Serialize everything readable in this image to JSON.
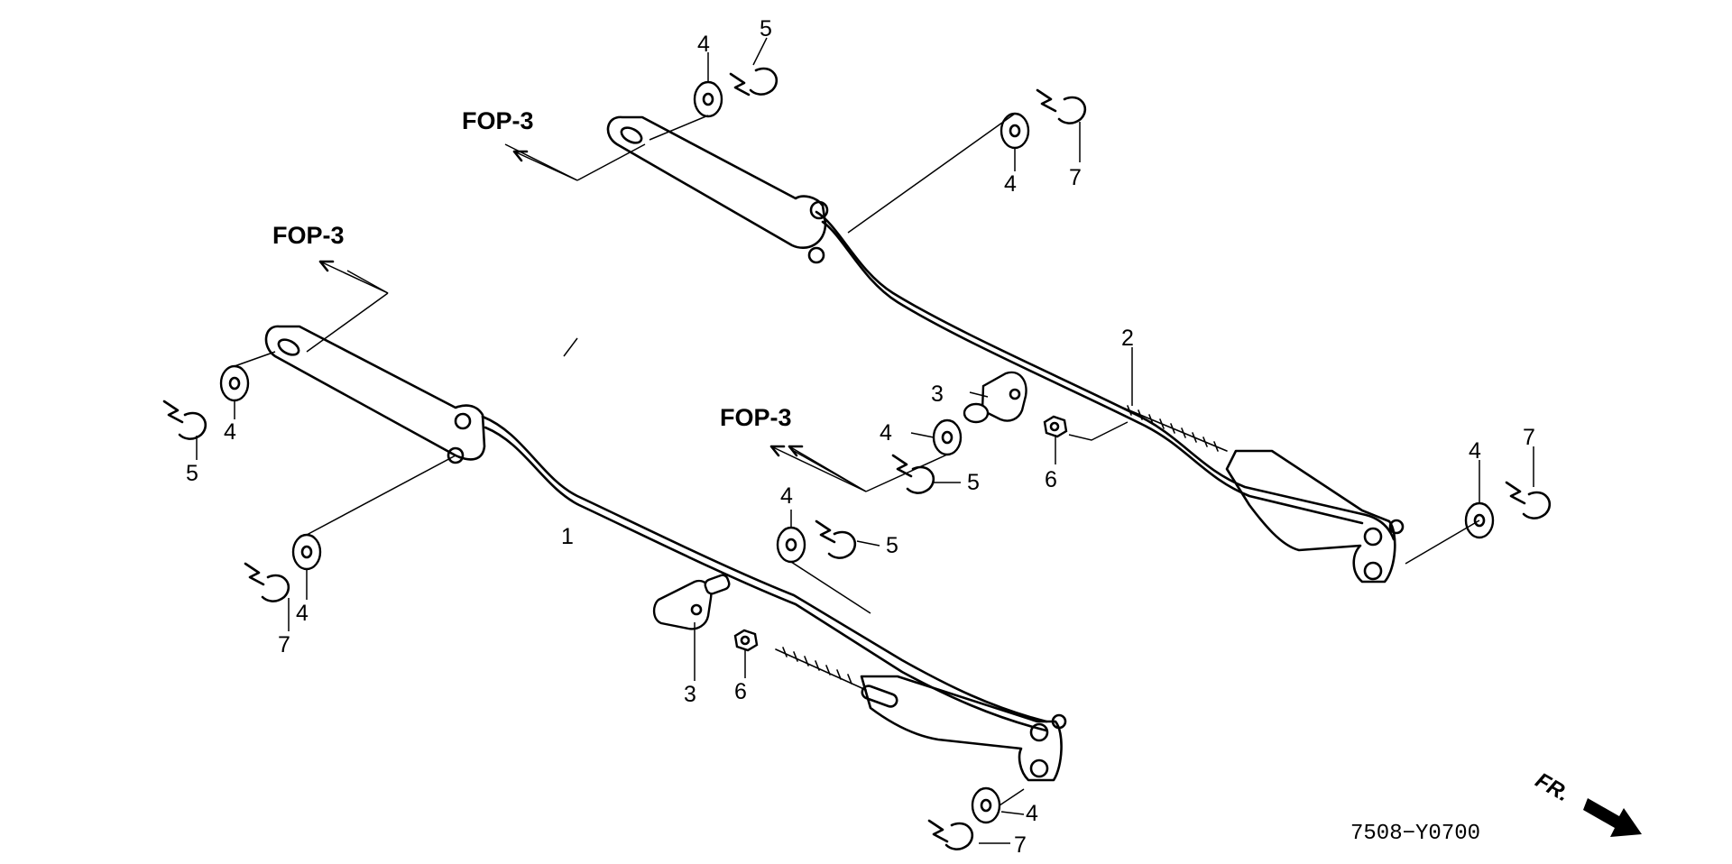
{
  "callouts": {
    "c1": "1",
    "c2": "2",
    "c3a": "3",
    "c3b": "3",
    "c4a": "4",
    "c4b": "4",
    "c4c": "4",
    "c4d": "4",
    "c4e": "4",
    "c4f": "4",
    "c4g": "4",
    "c4h": "4",
    "c5a": "5",
    "c5b": "5",
    "c5c": "5",
    "c5d": "5",
    "c6a": "6",
    "c6b": "6",
    "c7a": "7",
    "c7b": "7",
    "c7c": "7",
    "c7d": "7"
  },
  "references": {
    "fop_top": "FOP-3",
    "fop_left": "FOP-3",
    "fop_mid": "FOP-3"
  },
  "diagram_code": "7508−Y0700",
  "direction_label": "FR."
}
